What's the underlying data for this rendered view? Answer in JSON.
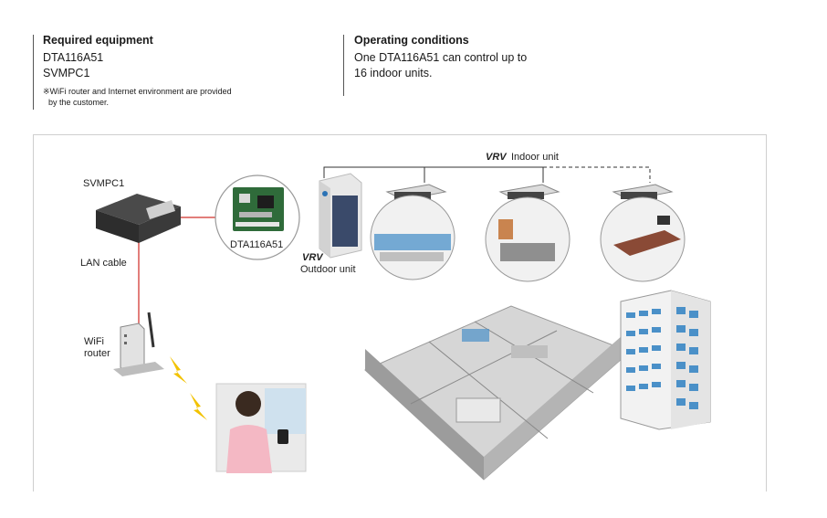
{
  "header": {
    "left": {
      "title": "Required equipment",
      "lines": [
        "DTA116A51",
        "SVMPC1"
      ],
      "note_line1": "※WiFi router and Internet environment are provided",
      "note_line2": "by the customer."
    },
    "right": {
      "title": "Operating conditions",
      "line1": "One DTA116A51 can control up to",
      "line2": "16 indoor units."
    }
  },
  "diagram": {
    "svmpc1_label": "SVMPC1",
    "lan_cable_label": "LAN cable",
    "wifi_label_1": "WiFi",
    "wifi_label_2": "router",
    "dta_label": "DTA116A51",
    "outdoor_brand": "VRV",
    "outdoor_label": "Outdoor unit",
    "indoor_brand": "VRV",
    "indoor_label": "Indoor unit"
  },
  "colors": {
    "lan_cable": "#d9534f",
    "lightning": "#f2c200",
    "window_blue": "#4a90c8",
    "floor_gray": "#9c9c9c"
  }
}
